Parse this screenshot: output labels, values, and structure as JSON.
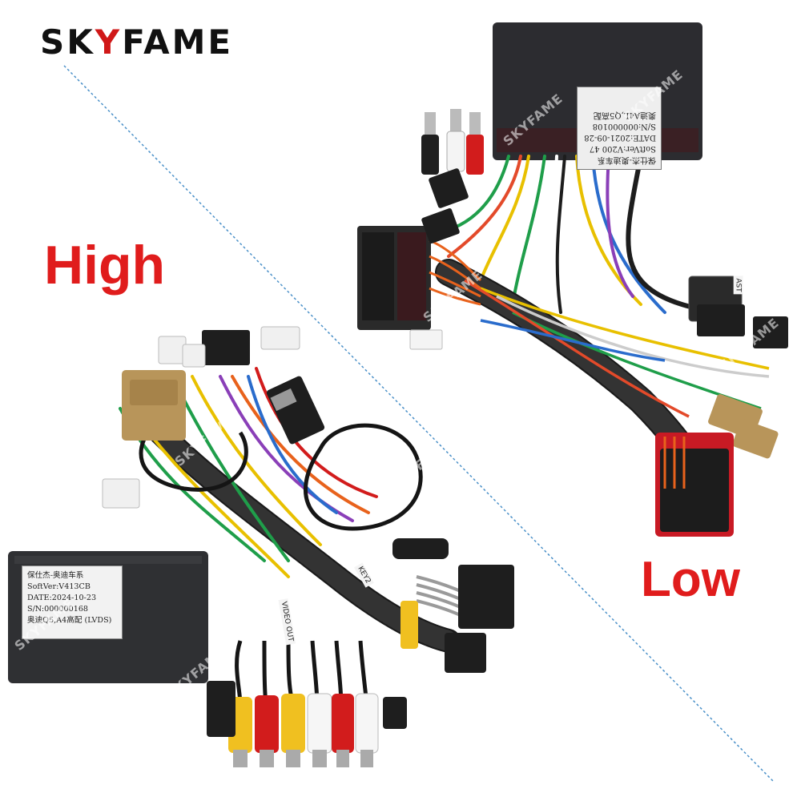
{
  "brand": {
    "name_part1": "SK",
    "name_y": "Y",
    "name_part2": "FAME"
  },
  "labels": {
    "high": "High",
    "low": "Low"
  },
  "high_box_label": {
    "line1": "保仕杰-奥迪车系",
    "line2": "SoftVer:V413CB",
    "line3": "DATE:2024-10-23",
    "line4": "S/N:000000168",
    "line5": "奥迪Q5,A4高配 (LVDS)"
  },
  "low_box_label": {
    "line1": "保仕杰-奥迪车系",
    "line2": "SoftVer:V200 47",
    "line3": "DATE:2021-09-28",
    "line4": "S/N:000000108",
    "line5": "奥迪A4L,Q5高配"
  },
  "cable_tags": {
    "video_out": "VIDEO OUT",
    "key": "KEY2",
    "ast": "AST"
  },
  "watermark": "SKYFAME",
  "colors": {
    "accent": "#e01c1c",
    "divider": "#4a90c8",
    "box": "#2b2b2e",
    "connector_tan": "#b8955a"
  }
}
